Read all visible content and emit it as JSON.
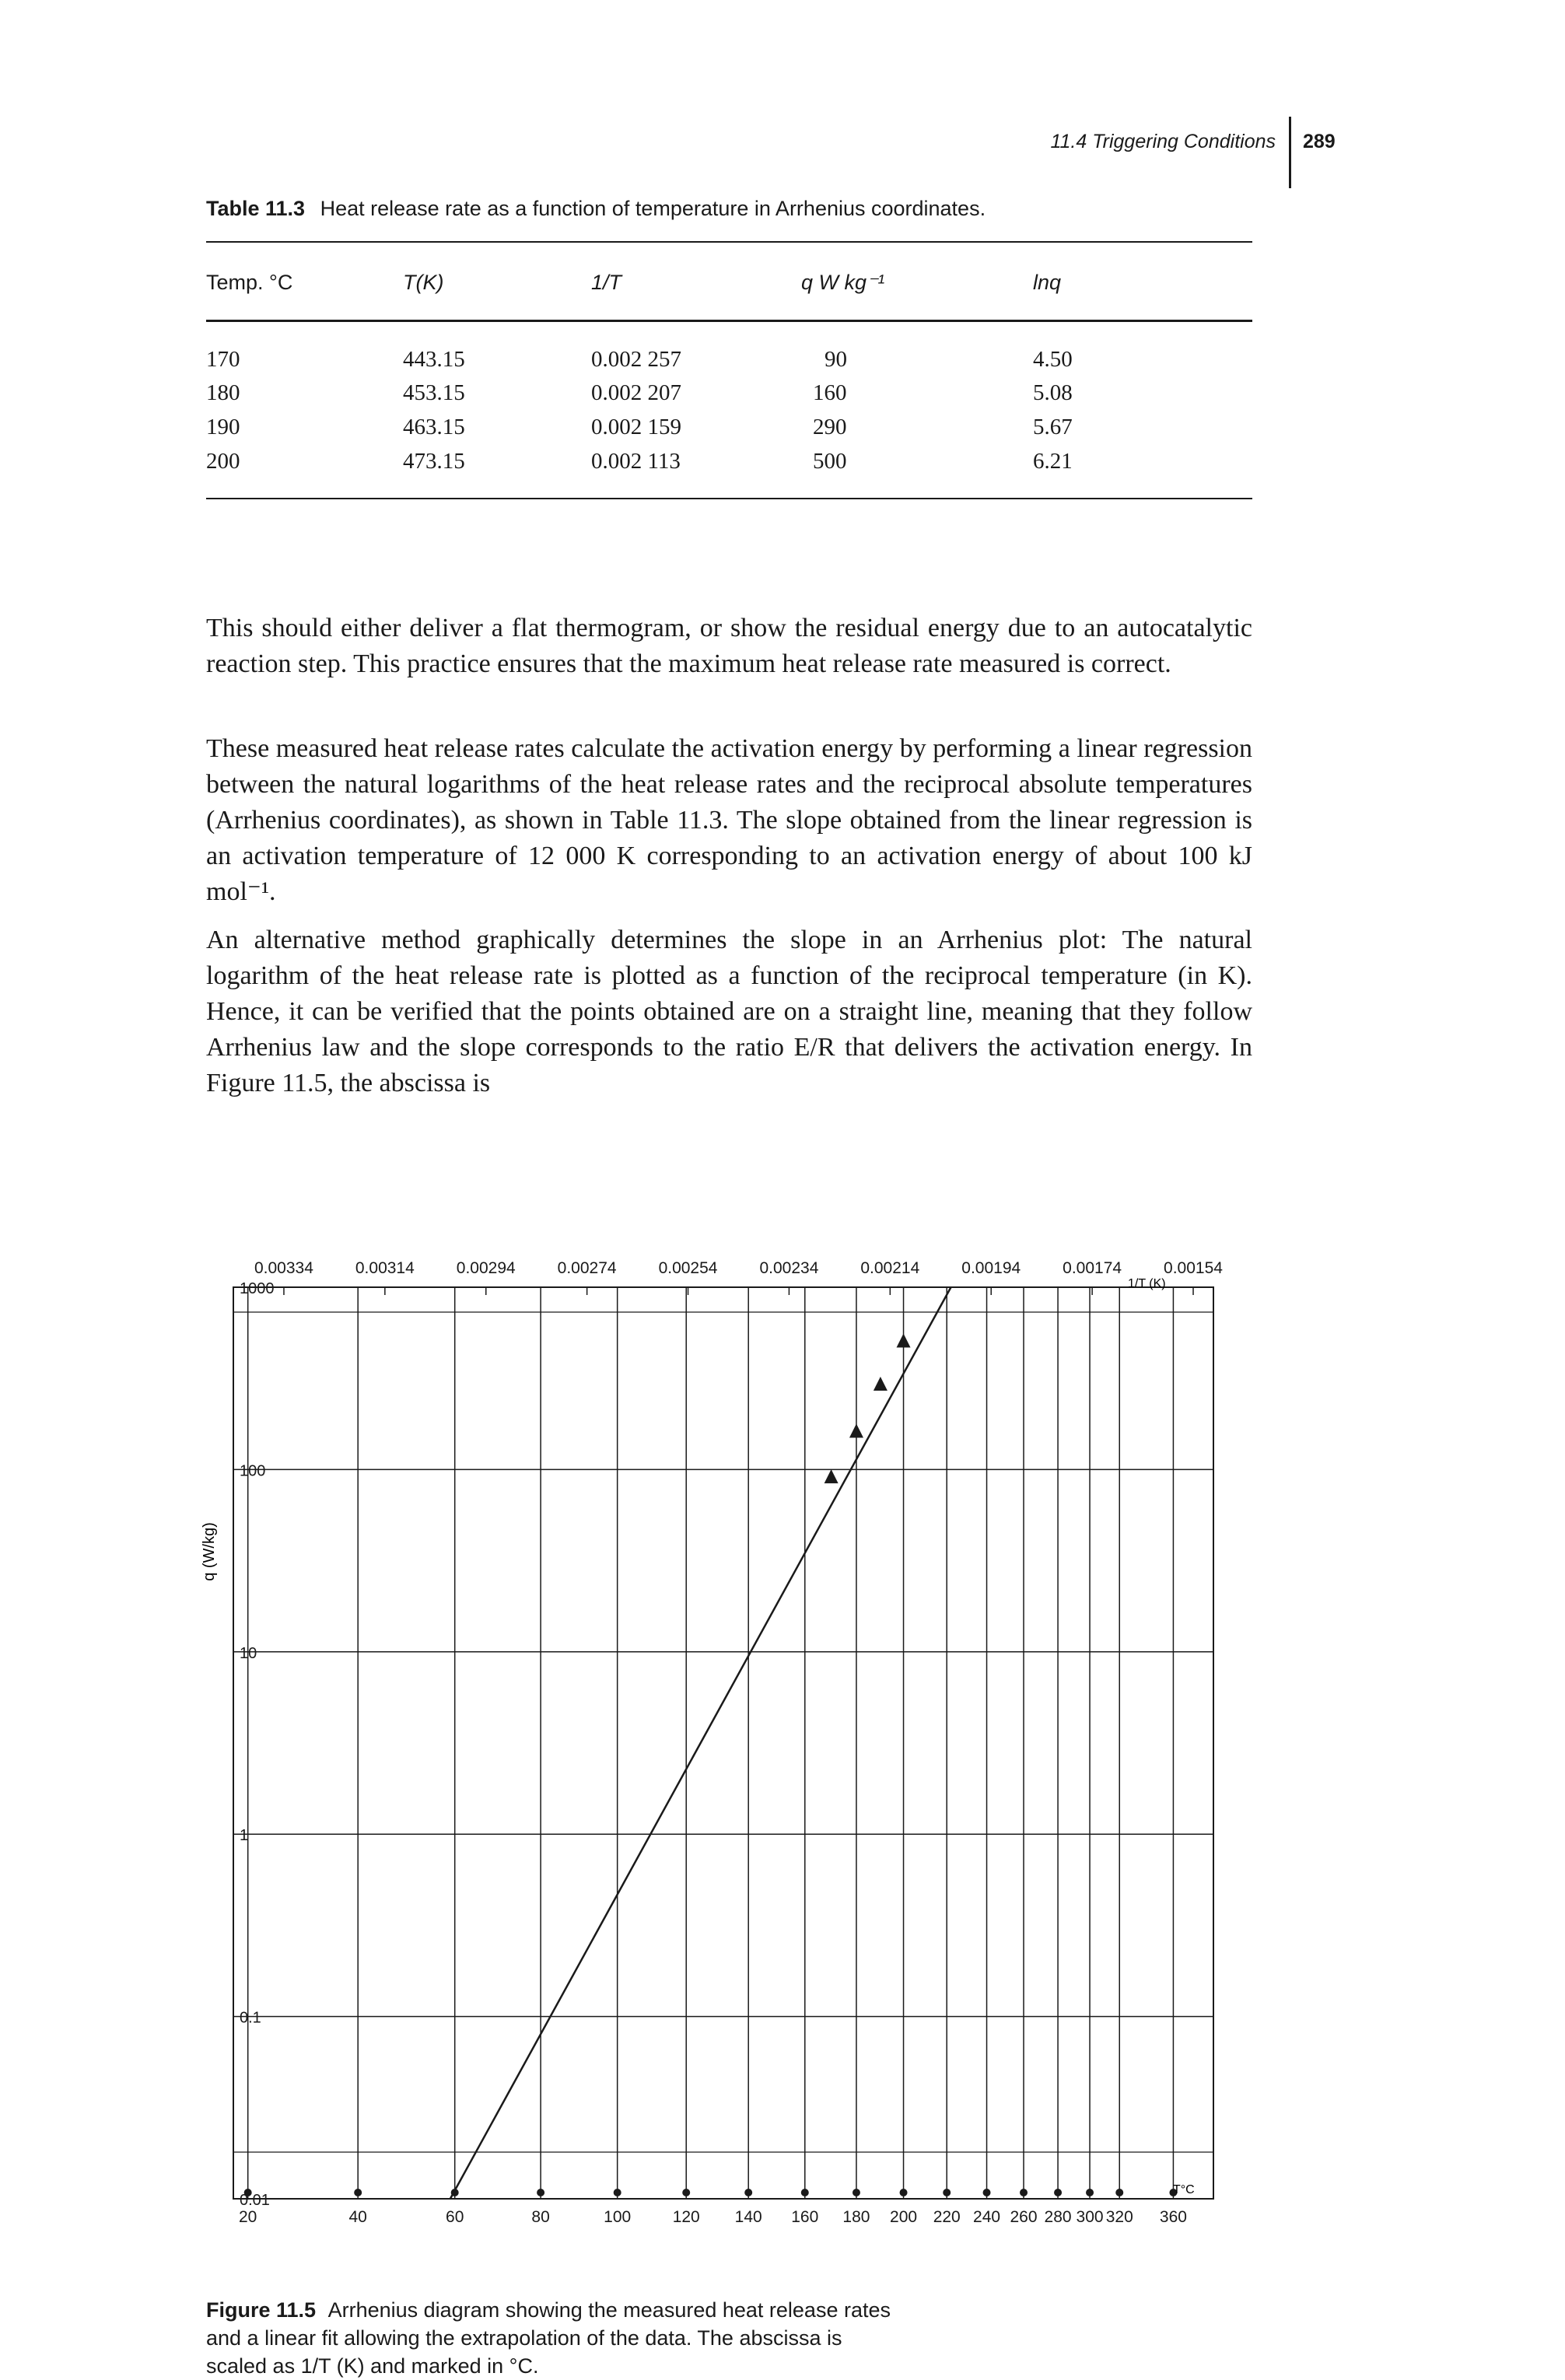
{
  "header": {
    "running_title": "11.4 Triggering Conditions",
    "page_number": "289"
  },
  "table": {
    "label": "Table 11.3",
    "caption": "Heat release rate as a function of temperature in Arrhenius coordinates.",
    "columns": [
      "Temp. °C",
      "T(K)",
      "1/T",
      "q W kg⁻¹",
      "lnq"
    ],
    "rows": [
      [
        "170",
        "443.15",
        "0.002 257",
        "90",
        "4.50"
      ],
      [
        "180",
        "453.15",
        "0.002 207",
        "160",
        "5.08"
      ],
      [
        "190",
        "463.15",
        "0.002 159",
        "290",
        "5.67"
      ],
      [
        "200",
        "473.15",
        "0.002 113",
        "500",
        "6.21"
      ]
    ]
  },
  "body": {
    "p1": "This should either deliver a flat thermogram, or show the residual energy due to an autocatalytic reaction step. This practice ensures that the maximum heat release rate measured is correct.",
    "p2": "These measured heat release rates calculate the activation energy by performing a linear regression between the natural logarithms of the heat release rates and the reciprocal absolute temperatures (Arrhenius coordinates), as shown in Table 11.3. The slope obtained from the linear regression is an activation temperature of 12 000 K corresponding to an activation energy of about 100 kJ mol⁻¹.",
    "p3": "An alternative method graphically determines the slope in an Arrhenius plot: The natural logarithm of the heat release rate is plotted as a function of the reciprocal temperature (in K). Hence, it can be verified that the points obtained are on a straight line, meaning that they follow Arrhenius law and the slope corresponds to the ratio E/R that delivers the activation energy. In Figure 11.5, the abscissa is"
  },
  "figure": {
    "label": "Figure 11.5",
    "caption": "Arrhenius diagram showing the measured heat release rates and a linear fit allowing the extrapolation of the data. The abscissa is scaled as 1/T (K) and marked in °C."
  },
  "chart_data": {
    "type": "scatter",
    "ylabel": "q (W/kg)",
    "y_scale": "log",
    "ylim": [
      0.01,
      1000
    ],
    "y_ticks": [
      "1000",
      "100",
      "10",
      "1",
      "0.1",
      "0.01"
    ],
    "top_axis_label": "1/T (K)",
    "top_ticks": [
      "0.00334",
      "0.00314",
      "0.00294",
      "0.00274",
      "0.00254",
      "0.00234",
      "0.00214",
      "0.00194",
      "0.00174",
      "0.00154"
    ],
    "bottom_axis_label": "T°C",
    "bottom_ticks": [
      "20",
      "40",
      "60",
      "80",
      "100",
      "120",
      "140",
      "160",
      "180",
      "200",
      "220",
      "240",
      "260",
      "280",
      "300",
      "320",
      "360"
    ],
    "series": [
      {
        "type": "points",
        "x_temp_c": [
          170,
          180,
          190,
          200
        ],
        "y": [
          90,
          160,
          290,
          500
        ]
      },
      {
        "type": "fit_line",
        "x_temp_c": [
          59,
          222
        ],
        "y": [
          0.01,
          1000
        ]
      }
    ]
  }
}
